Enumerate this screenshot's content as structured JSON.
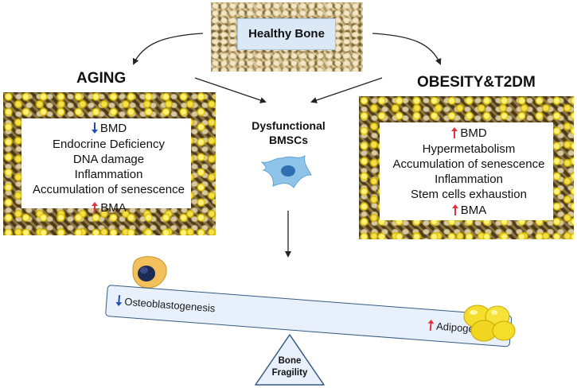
{
  "top": {
    "label": "Healthy Bone"
  },
  "aging": {
    "heading": "AGING",
    "bmd": "BMD",
    "items": [
      "Endocrine Deficiency",
      "DNA damage",
      "Inflammation",
      "Accumulation of senescence"
    ],
    "bma": "BMA"
  },
  "obesity": {
    "heading": "OBESITY&T2DM",
    "bmd": "BMD",
    "items": [
      "Hypermetabolism",
      "Accumulation of senescence",
      "Inflammation",
      "Stem cells exhaustion"
    ],
    "bma": "BMA"
  },
  "center": {
    "line1": "Dysfunctional",
    "line2": "BMSCs"
  },
  "seesaw": {
    "left": "Osteoblastogenesis",
    "right": "Adipogenesis"
  },
  "fulcrum": {
    "line1": "Bone",
    "line2": "Fragility"
  },
  "colors": {
    "up": "#e0323c",
    "down": "#1f4fb4",
    "board": "#e8f1fb",
    "board_border": "#355a82"
  }
}
